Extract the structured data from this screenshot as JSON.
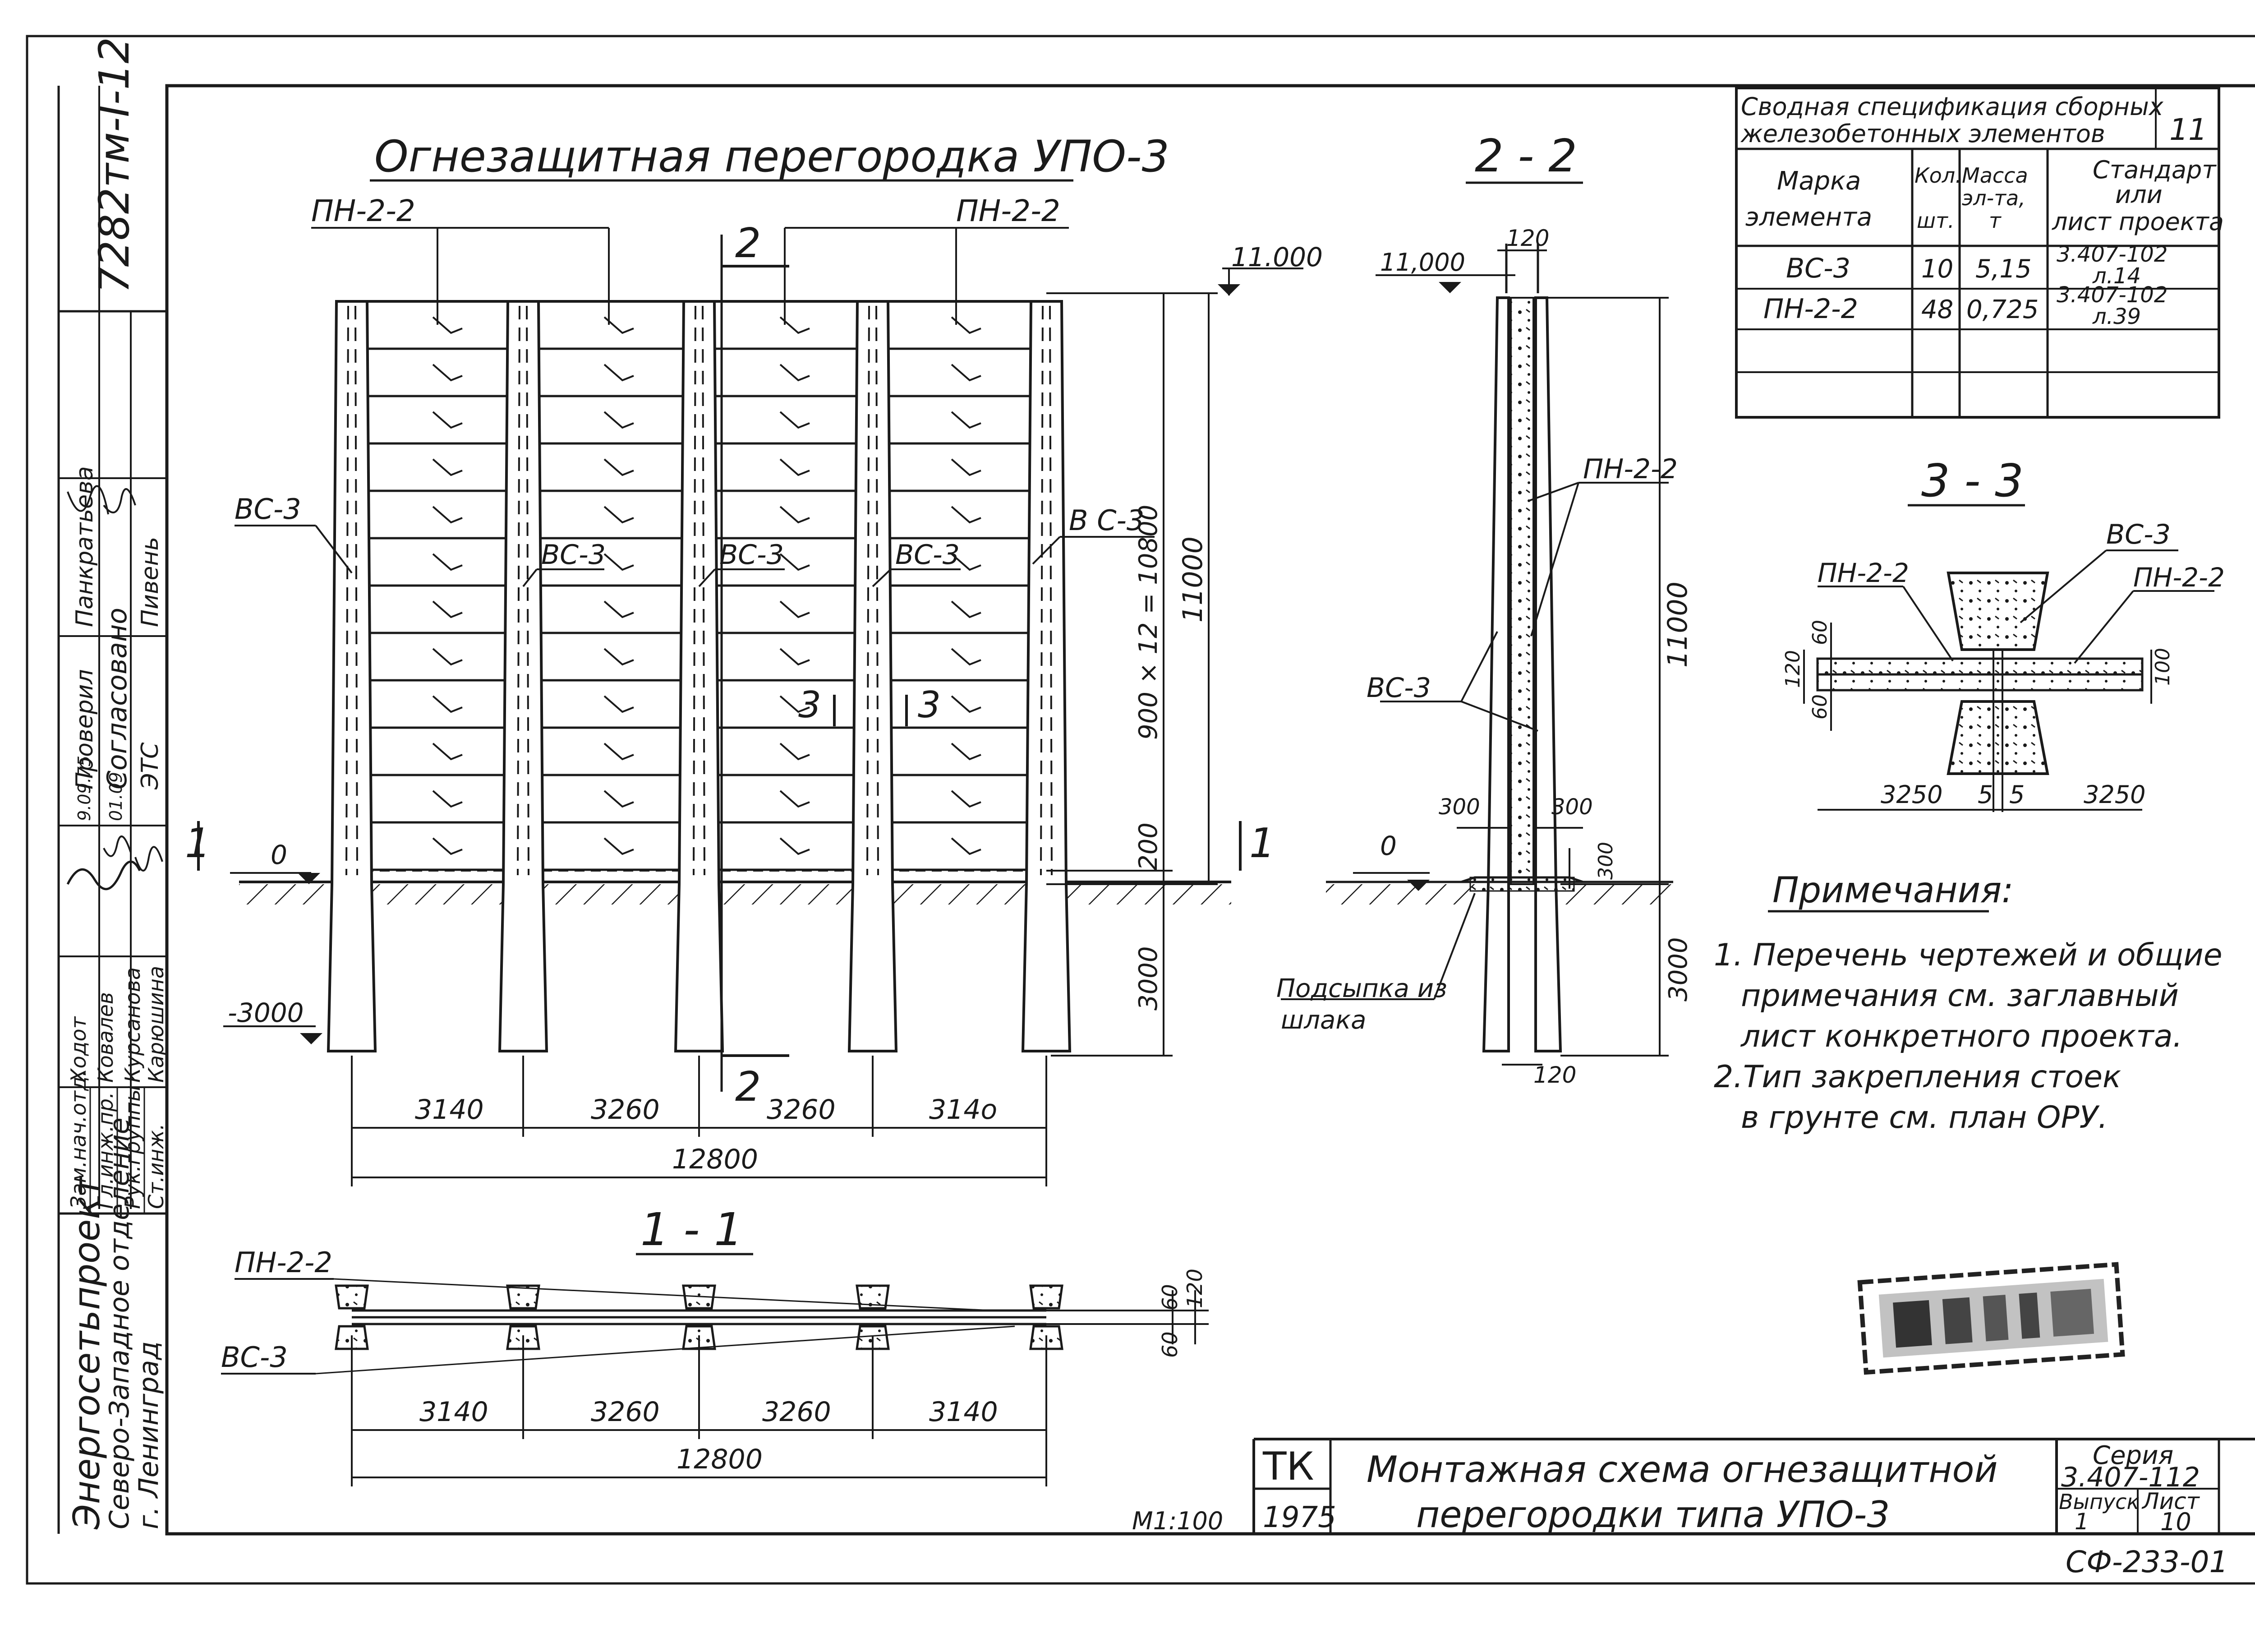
{
  "drawing": {
    "main_title": "Огнезащитная перегородка УПО-3",
    "code_vertical": "7282тм-I-12",
    "marks": {
      "pn": "ПН-2-2",
      "vs": "ВС-3",
      "vs_spaced": "В С-3"
    },
    "levels": {
      "top": "11.000",
      "top_comma": "11,000",
      "zero": "0",
      "bottom": "-3000"
    },
    "section_labels": {
      "s2": "2",
      "s1": "1",
      "s3": "3",
      "title_2_2": "2 - 2",
      "title_3_3": "3 - 3",
      "title_1_1": "1 - 1"
    },
    "dimensions": {
      "d3140": "3140",
      "d3260": "3260",
      "d3140b": "314o",
      "d12800": "12800",
      "d11000": "11000",
      "d900x12": "900 × 12 = 10800",
      "d200": "200",
      "d3000": "3000",
      "d120": "120",
      "d300": "300",
      "d60": "60",
      "d100": "100",
      "d3250": "3250",
      "d5": "5"
    },
    "fill_note_1": "Подсыпка из",
    "fill_note_2": "шлака",
    "scale": "М1:100"
  },
  "spec_table": {
    "title_1": "Сводная спецификация сборных",
    "title_2": "железобетонных элементов",
    "sheet_no": "11",
    "col_mark_1": "Марка",
    "col_mark_2": "элемента",
    "col_qty_1": "Кол.",
    "col_qty_2": "шт.",
    "col_mass_1": "Масса",
    "col_mass_2": "эл-та,",
    "col_mass_3": "т",
    "col_std_1": "Стандарт",
    "col_std_2": "или",
    "col_std_3": "лист проекта",
    "rows": [
      {
        "mark": "ВС-3",
        "qty": "10",
        "mass": "5,15",
        "std_1": "3.407-102",
        "std_2": "л.14"
      },
      {
        "mark": "ПН-2-2",
        "qty": "48",
        "mass": "0,725",
        "std_1": "3.407-102",
        "std_2": "л.39"
      }
    ]
  },
  "notes": {
    "heading": "Примечания:",
    "line_1": "1. Перечень чертежей и общие",
    "line_2": "примечания см. заглавный",
    "line_3": "лист конкретного проекта.",
    "line_4": "2.Тип закрепления стоек",
    "line_5": "в грунте см. план ОРУ."
  },
  "title_block": {
    "tk": "ТК",
    "year": "1975",
    "title_1": "Монтажная схема огнезащитной",
    "title_2": "перегородки типа УПО-3",
    "series_label": "Серия",
    "series": "3.407-112",
    "issue_label": "Выпуск",
    "issue": "1",
    "sheet_label": "Лист",
    "sheet": "10",
    "code": "СФ-233-01"
  },
  "org_block": {
    "org_1": "Энергосетьпроект",
    "org_2": "Северо-Западное отделение",
    "org_3": "г. Ленинград",
    "roles": [
      "Зам.нач.отд.",
      "Гл.инж.пр.",
      "Рук.группы",
      "Ст.инж."
    ],
    "names": [
      "Ходот",
      "Ковалев",
      "Курсанова",
      "Карюшина"
    ],
    "dates": [
      "9.09.75",
      "01.09"
    ],
    "checked": "Проверил",
    "checked_name": "Панкратьева",
    "agreed": "Согласовано",
    "agreed_dept": "ЭТС",
    "agreed_name": "Пивень"
  }
}
